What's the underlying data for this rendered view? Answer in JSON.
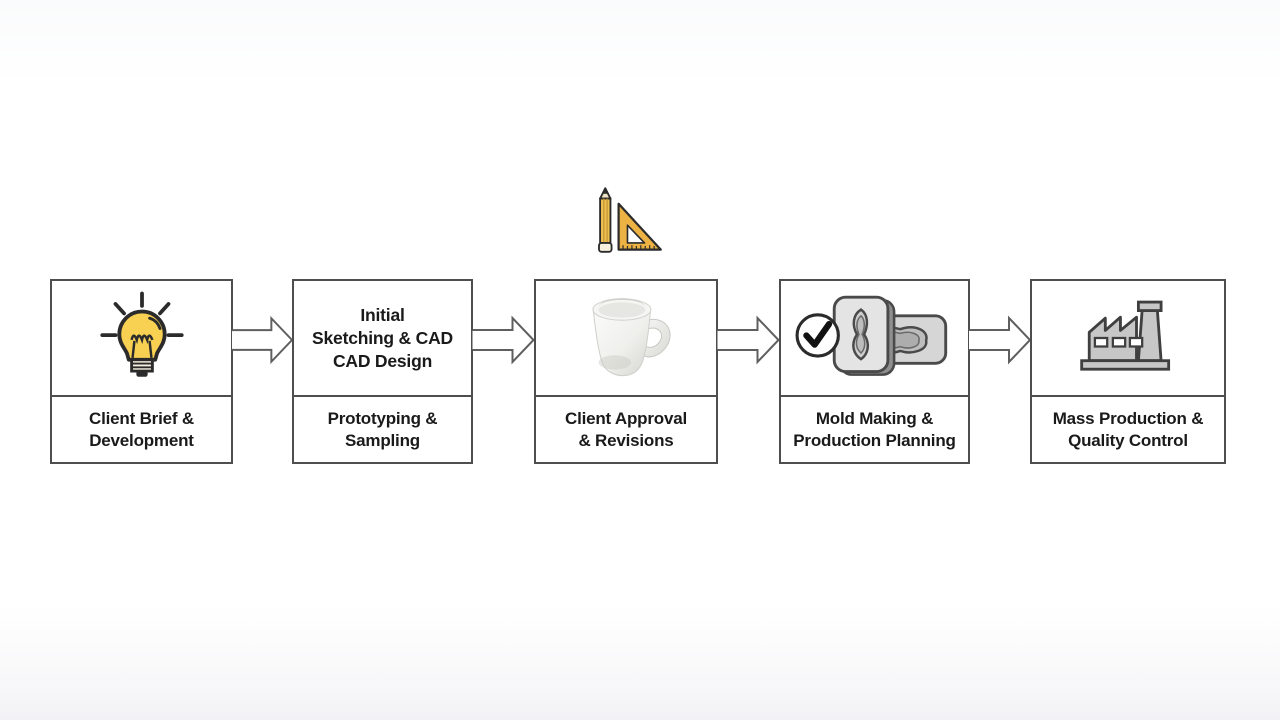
{
  "diagram": {
    "steps": [
      {
        "icon": "lightbulb-icon",
        "label": "Client Brief &\nDevelopment"
      },
      {
        "icon": "none",
        "top_text": "Initial\nSketching & CAD\nCAD Design",
        "label": "Prototyping &\nSampling"
      },
      {
        "icon": "mug-photo",
        "label": "Client Approval\n& Revisions"
      },
      {
        "icon": "mold-check-icon",
        "label": "Mold Making &\nProduction Planning"
      },
      {
        "icon": "factory-icon",
        "label": "Mass Production &\nQuality Control"
      }
    ],
    "decoration_icon": "pencil-set-square-icon",
    "colors": {
      "box_border": "#4e4e4e",
      "box_background": "#ffffff",
      "label_text": "#1a1a1a",
      "arrow_stroke": "#5f5f5f",
      "arrow_fill": "#ffffff",
      "accent_yellow": "#f2c24c",
      "icon_gray": "#c6c6c6",
      "page_background": "#fcfcfd"
    }
  }
}
